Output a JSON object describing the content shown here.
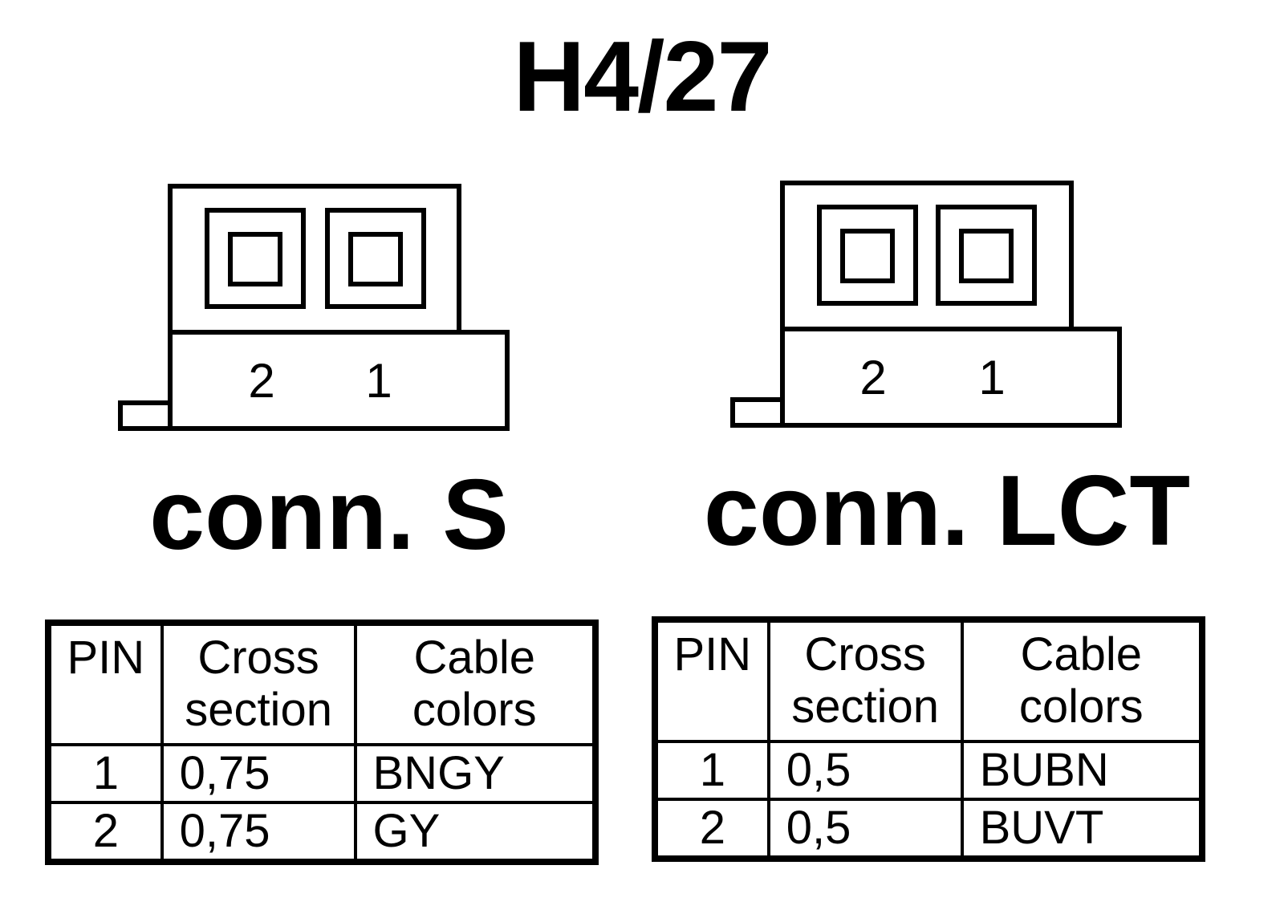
{
  "title": "H4/27",
  "connectors": [
    {
      "label": "conn. S",
      "pin_numbers": [
        "2",
        "1"
      ],
      "table": {
        "headers": {
          "pin": "PIN",
          "cross_1": "Cross",
          "cross_2": "section",
          "color_1": "Cable",
          "color_2": "colors"
        },
        "rows": [
          {
            "pin": "1",
            "cross": "0,75",
            "color": "BNGY"
          },
          {
            "pin": "2",
            "cross": "0,75",
            "color": "GY"
          }
        ]
      }
    },
    {
      "label": "conn. LCT",
      "pin_numbers": [
        "2",
        "1"
      ],
      "table": {
        "headers": {
          "pin": "PIN",
          "cross_1": "Cross",
          "cross_2": "section",
          "color_1": "Cable",
          "color_2": "colors"
        },
        "rows": [
          {
            "pin": "1",
            "cross": "0,5",
            "color": "BUBN"
          },
          {
            "pin": "2",
            "cross": "0,5",
            "color": "BUVT"
          }
        ]
      }
    }
  ]
}
